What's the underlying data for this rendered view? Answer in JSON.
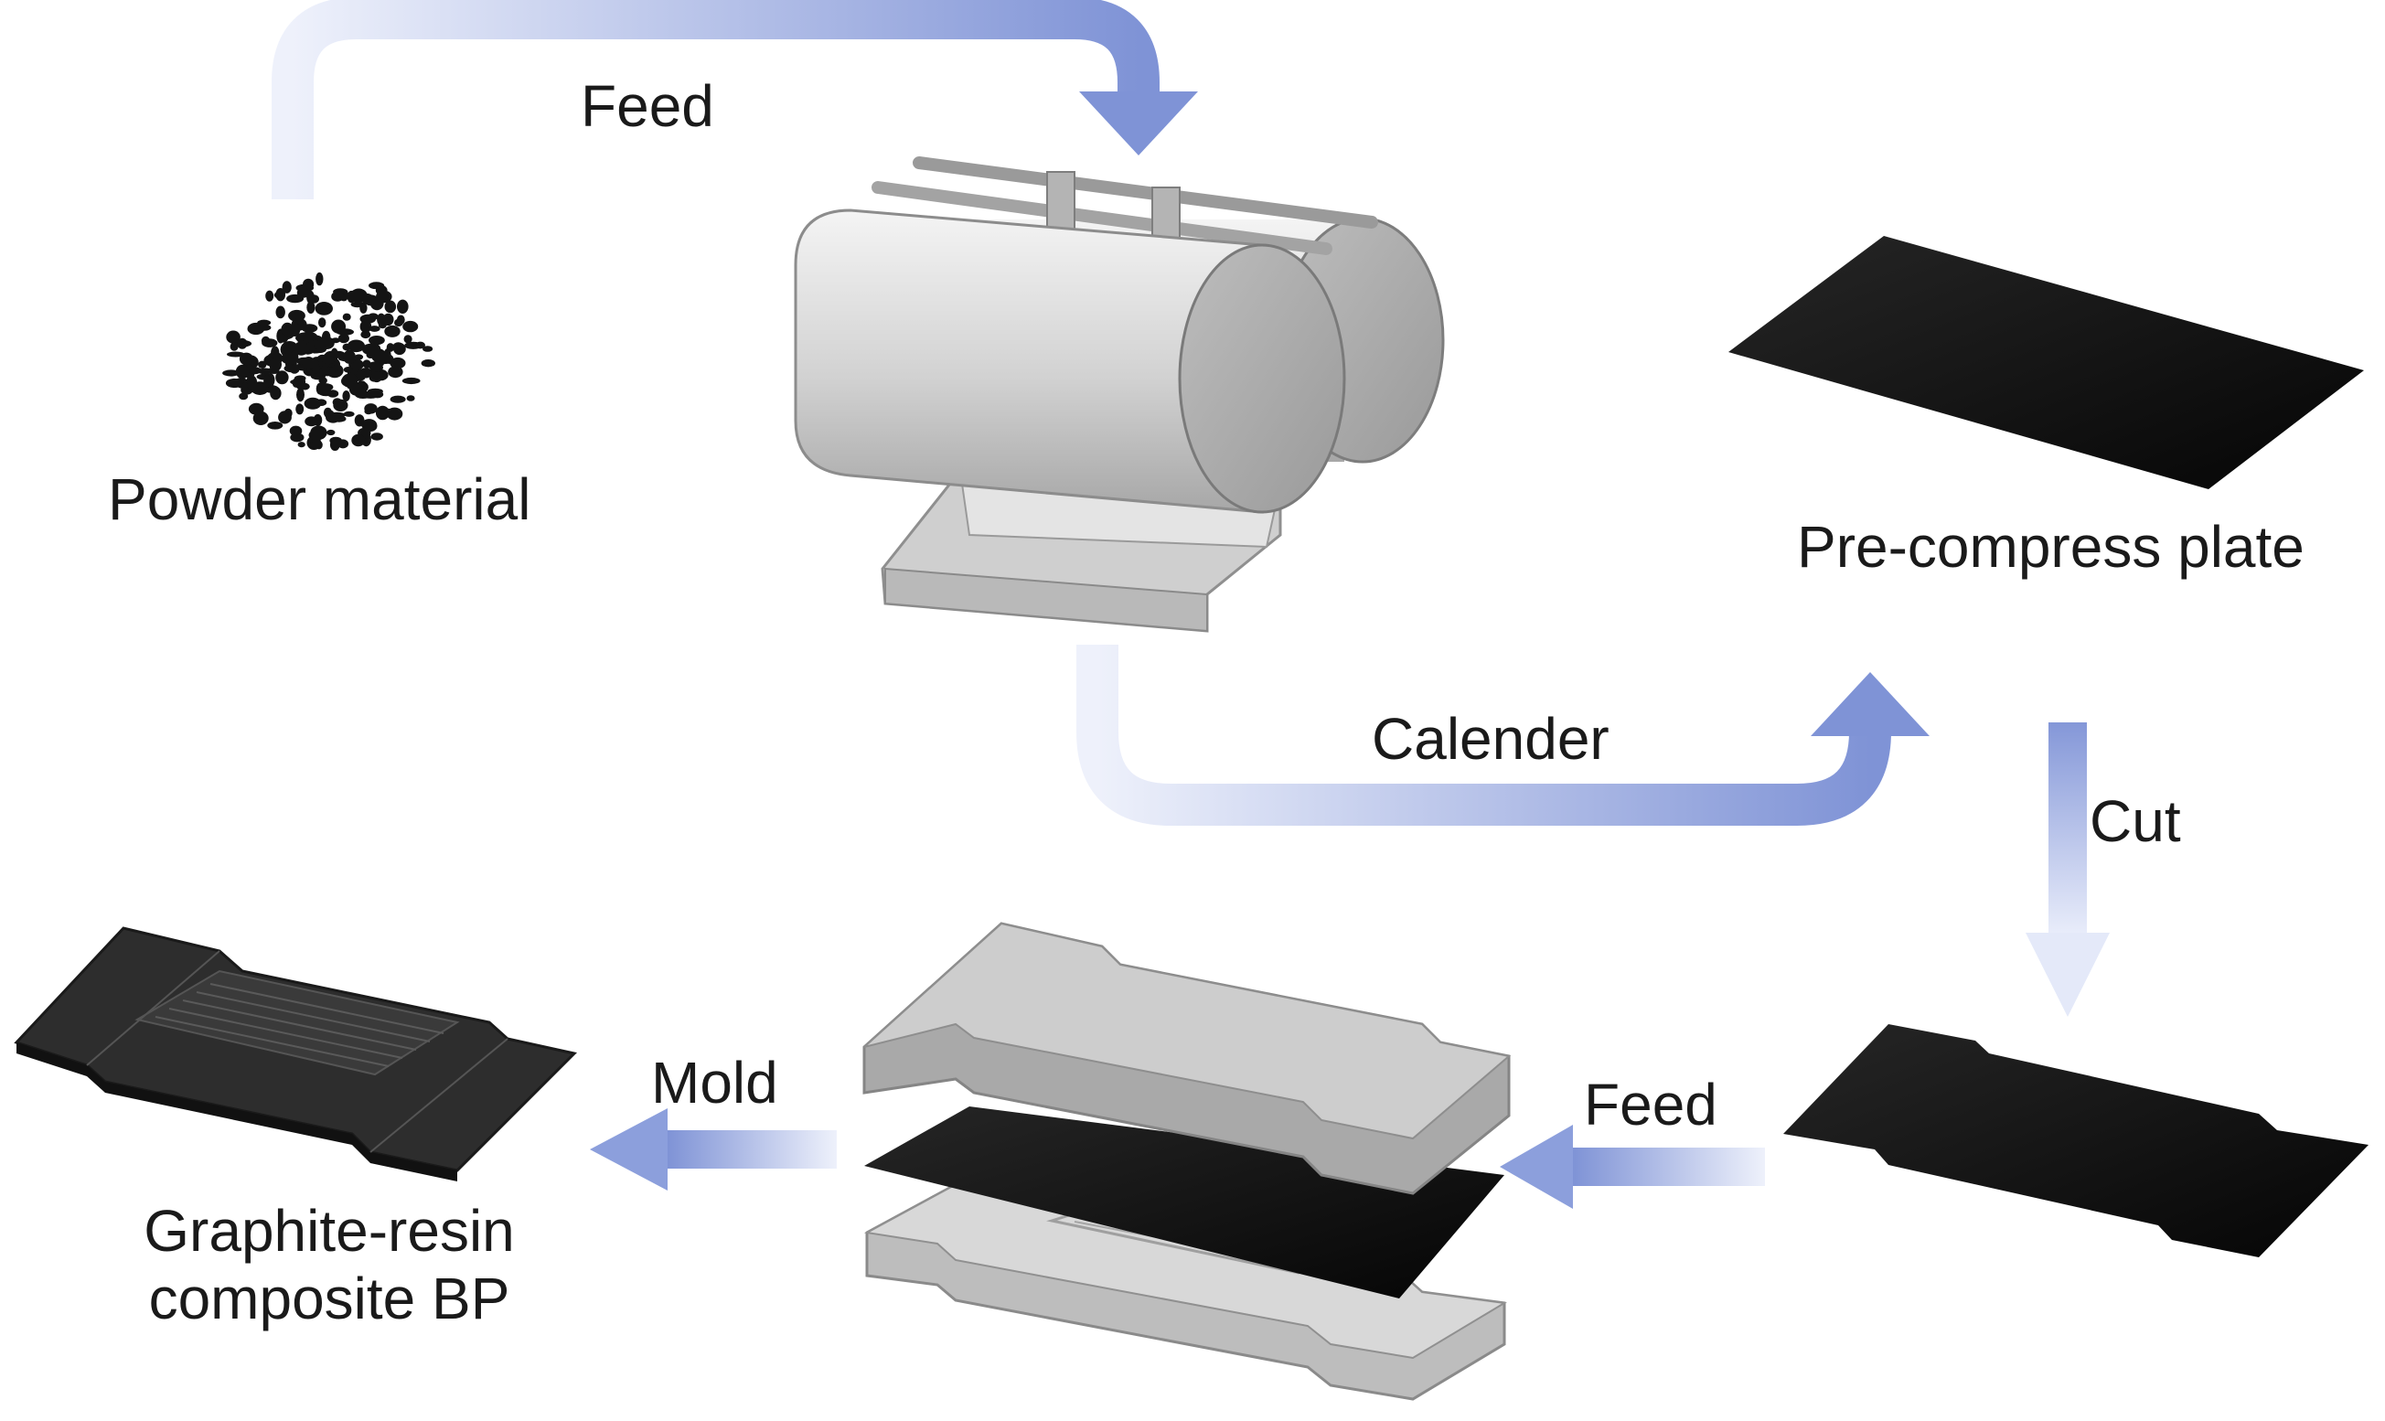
{
  "labels": {
    "powder": "Powder material",
    "feed_top": "Feed",
    "pre_compress": "Pre-compress plate",
    "calender": "Calender",
    "cut": "Cut",
    "feed_bottom": "Feed",
    "mold": "Mold",
    "bp_line1": "Graphite-resin",
    "bp_line2": "composite BP"
  },
  "colors": {
    "arrow": "#8c9fdc",
    "plate": "#111111",
    "metal": "#c8c8c8"
  }
}
